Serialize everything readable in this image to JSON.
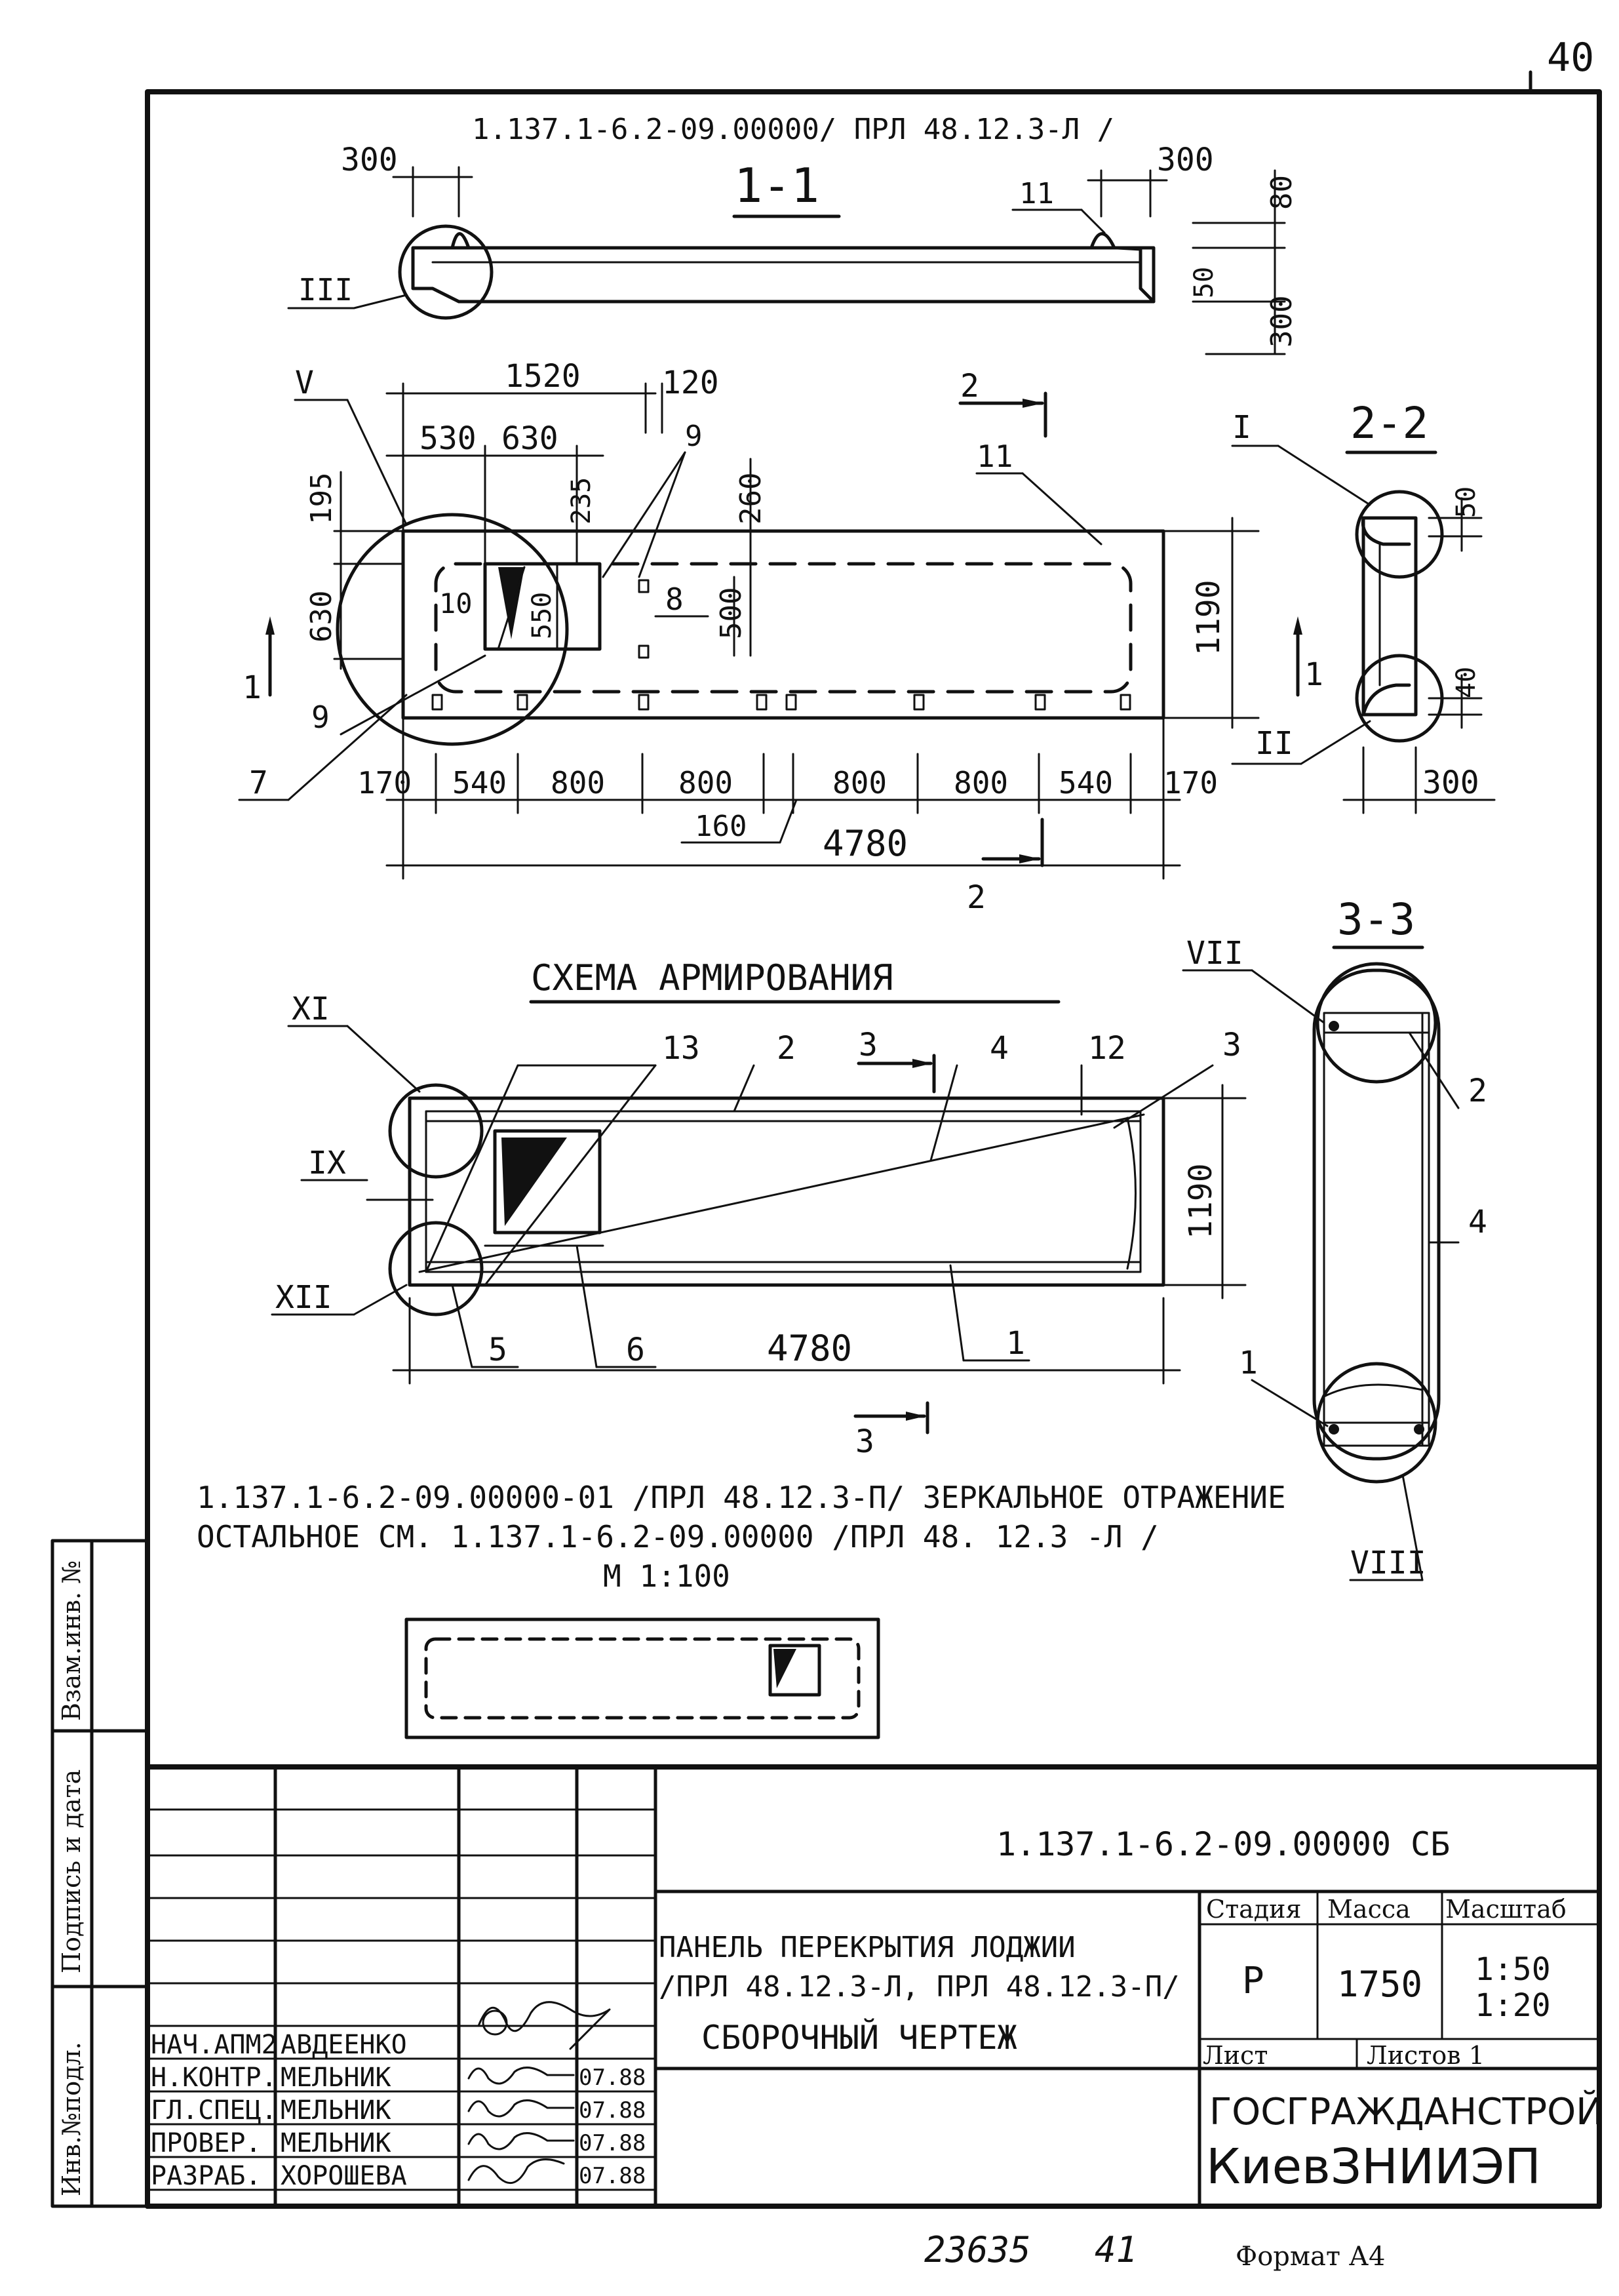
{
  "sheet_number": "40",
  "top_code": "1.137.1-6.2-09.00000/ ПРЛ 48.12.3-Л /",
  "section_1_1": {
    "title": "1-1",
    "dims": [
      "300",
      "300",
      "80",
      "50",
      "300"
    ],
    "callouts": [
      "III",
      "11"
    ]
  },
  "plan_view": {
    "top_dims": [
      "1520",
      "120",
      "530",
      "630",
      "235",
      "260",
      "9"
    ],
    "left_dims": [
      "195",
      "630",
      "550",
      "500"
    ],
    "right_dim": "1190",
    "bottom_dims": [
      "170",
      "540",
      "800",
      "800",
      "800",
      "800",
      "540",
      "170"
    ],
    "sub_dim": "160",
    "overall": "4780",
    "callouts": [
      "V",
      "7",
      "9",
      "10",
      "8",
      "11"
    ],
    "section_marks": [
      "1",
      "1",
      "2",
      "2"
    ]
  },
  "section_2_2": {
    "title": "2-2",
    "dims": [
      "50",
      "40",
      "300"
    ],
    "callouts": [
      "I",
      "II"
    ]
  },
  "reinforcement": {
    "title": "СХЕМА АРМИРОВАНИЯ",
    "callouts": [
      "XI",
      "IX",
      "XII",
      "13",
      "2",
      "4",
      "12",
      "3",
      "5",
      "6",
      "1"
    ],
    "dims": [
      "1190",
      "4780"
    ],
    "section_marks": [
      "3",
      "3"
    ]
  },
  "section_3_3": {
    "title": "3-3",
    "callouts": [
      "VII",
      "2",
      "4",
      "1",
      "VIII"
    ]
  },
  "notes": {
    "line1": "1.137.1-6.2-09.00000-01 /ПРЛ 48.12.3-П/ ЗЕРКАЛЬНОЕ ОТРАЖЕНИЕ",
    "line2": "ОСТАЛЬНОЕ СМ. 1.137.1-6.2-09.00000 /ПРЛ 48. 12.3 -Л /",
    "scale": "М 1:100"
  },
  "side_stamp": {
    "col1": "Инв.№подл.",
    "col2": "Подпись и дата",
    "col3": "Взам.инв. №"
  },
  "title_block": {
    "doc_code": "1.137.1-6.2-09.00000 СБ",
    "title_line1": "ПАНЕЛЬ ПЕРЕКРЫТИЯ ЛОДЖИИ",
    "title_line2": "/ПРЛ 48.12.3-Л, ПРЛ 48.12.3-П/",
    "title_line3": "СБОРОЧНЫЙ ЧЕРТЕЖ",
    "stage_header": "Стадия",
    "mass_header": "Масса",
    "scale_header": "Масштаб",
    "stage": "Р",
    "mass": "1750",
    "scale1": "1:50",
    "scale2": "1:20",
    "sheet_label": "Лист",
    "sheets_label": "Листов 1",
    "org1": "ГОСГРАЖДАНСТРОЙ",
    "org2": "КиевЗНИИЭП",
    "signatures": [
      {
        "role": "НАЧ.АПМ2",
        "name": "АВДЕЕНКО",
        "date": ""
      },
      {
        "role": "Н.КОНТР.",
        "name": "МЕЛЬНИК",
        "date": "07.88"
      },
      {
        "role": "ГЛ.СПЕЦ.",
        "name": "МЕЛЬНИК",
        "date": "07.88"
      },
      {
        "role": "ПРОВЕР.",
        "name": "МЕЛЬНИК",
        "date": "07.88"
      },
      {
        "role": "РАЗРАБ.",
        "name": "ХОРОШЕВА",
        "date": "07.88"
      }
    ]
  },
  "footer": {
    "number": "23635",
    "page": "41",
    "format": "Формат А4"
  }
}
